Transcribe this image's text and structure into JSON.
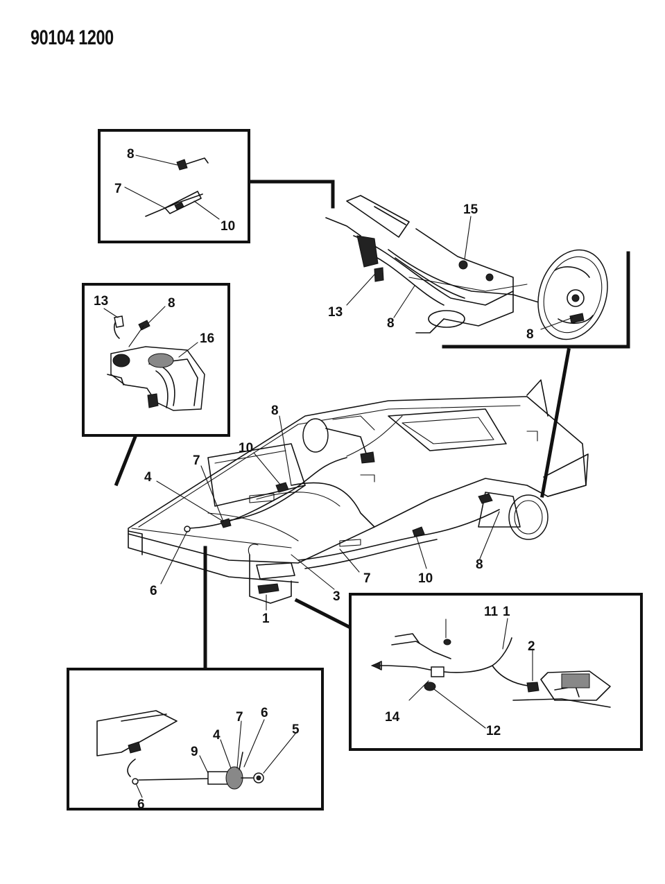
{
  "header": {
    "code": "90104 1200"
  },
  "callouts": {
    "inset_cable_end": [
      "8",
      "7",
      "10"
    ],
    "inset_caliper": [
      "13",
      "8",
      "16"
    ],
    "inset_lever": [
      "11",
      "1",
      "2",
      "14",
      "12"
    ],
    "inset_equalizer": [
      "9",
      "4",
      "7",
      "6",
      "5",
      "6"
    ],
    "rear_brake": [
      "15",
      "13",
      "8",
      "8"
    ],
    "main": [
      "8",
      "10",
      "7",
      "4",
      "6",
      "3",
      "7",
      "10",
      "8",
      "1"
    ]
  }
}
